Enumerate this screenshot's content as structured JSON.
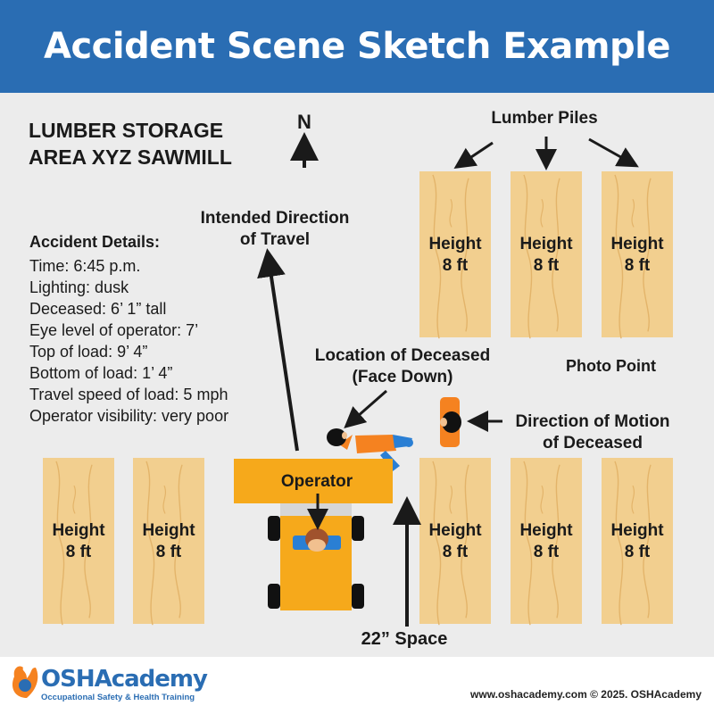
{
  "header": {
    "title": "Accident Scene Sketch Example"
  },
  "area": {
    "line1": "LUMBER STORAGE",
    "line2": "AREA XYZ SAWMILL"
  },
  "compass": {
    "label": "N"
  },
  "accident_details": {
    "heading": "Accident Details:",
    "lines": [
      "Time: 6:45 p.m.",
      "Lighting: dusk",
      "Deceased: 6’ 1” tall",
      "Eye level of operator: 7’",
      "Top of load: 9’ 4”",
      "Bottom of load: 1’ 4”",
      "Travel speed of load: 5 mph",
      "Operator visibility: very poor"
    ]
  },
  "labels": {
    "lumber_piles": "Lumber Piles",
    "intended_direction_1": "Intended Direction",
    "intended_direction_2": "of Travel",
    "location_deceased_1": "Location of Deceased",
    "location_deceased_2": "(Face Down)",
    "photo_point": "Photo Point",
    "direction_motion_1": "Direction of Motion",
    "direction_motion_2": "of Deceased",
    "operator": "Operator",
    "space": "22” Space"
  },
  "piles": {
    "line1": "Height",
    "line2": "8 ft"
  },
  "footer": {
    "logo_main": "OSHAcademy",
    "logo_tagline": "Occupational Safety & Health Training",
    "copyright": "www.oshacademy.com © 2025. OSHAcademy"
  },
  "colors": {
    "header_bg": "#2a6db3",
    "canvas_bg": "#ececec",
    "wood": "#f2cf8f",
    "forklift": "#f6a91b",
    "deceased_shirt": "#f58220",
    "deceased_pants": "#2a7fd4"
  }
}
